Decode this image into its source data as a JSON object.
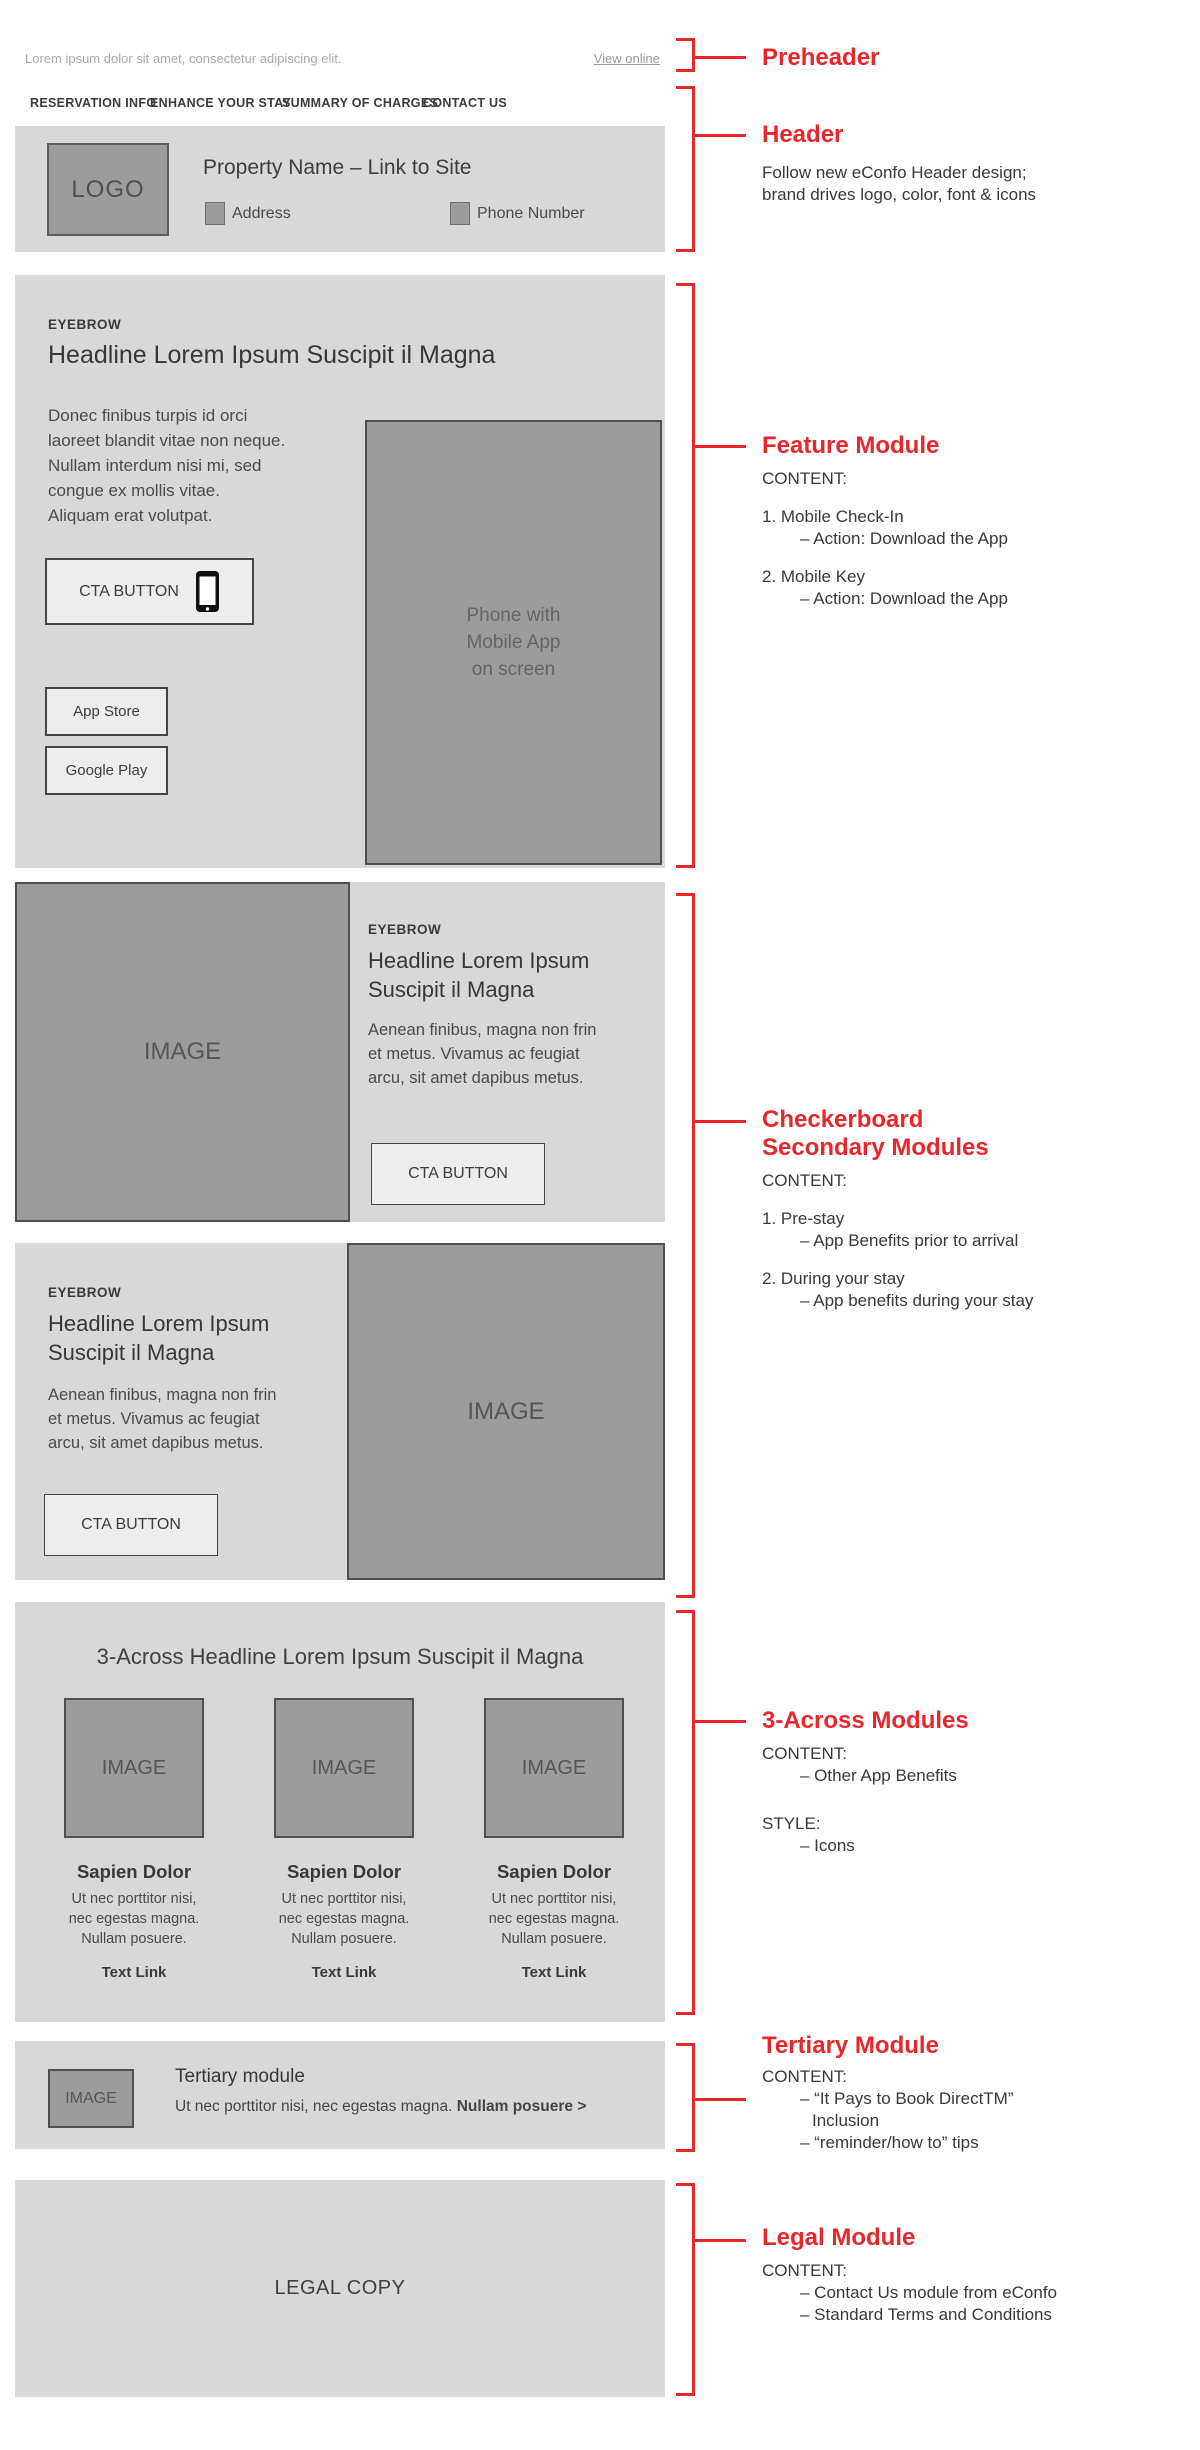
{
  "preheader": {
    "text": "Lorem ipsum dolor sit amet, consectetur adipiscing elit.",
    "link": "View online"
  },
  "nav": {
    "items": [
      "RESERVATION INFO",
      "ENHANCE YOUR STAY",
      "SUMMARY OF CHARGES",
      "CONTACT US"
    ]
  },
  "header_module": {
    "logo": "LOGO",
    "property_name": "Property Name – Link to Site",
    "address_label": "Address",
    "phone_label": "Phone Number"
  },
  "feature_module": {
    "eyebrow": "EYEBROW",
    "headline": "Headline Lorem Ipsum Suscipit il Magna",
    "body": "Donec finibus turpis id orci\nlaoreet blandit vitae non neque.\nNullam interdum nisi mi, sed\ncongue ex mollis vitae.\nAliquam erat volutpat.",
    "cta_label": "CTA BUTTON",
    "app_store_label": "App Store",
    "google_play_label": "Google Play",
    "phone_image_label": "Phone with\nMobile App\non screen"
  },
  "checkerboard_modules": [
    {
      "image_label": "IMAGE",
      "eyebrow": "EYEBROW",
      "headline": "Headline Lorem Ipsum\nSuscipit il Magna",
      "body": "Aenean finibus, magna non frin\net metus. Vivamus ac feugiat\narcu, sit amet dapibus metus.",
      "cta_label": "CTA BUTTON"
    },
    {
      "image_label": "IMAGE",
      "eyebrow": "EYEBROW",
      "headline": "Headline Lorem Ipsum\nSuscipit il Magna",
      "body": "Aenean finibus, magna non frin\net metus. Vivamus ac feugiat\narcu, sit amet dapibus metus.",
      "cta_label": "CTA BUTTON"
    }
  ],
  "three_across": {
    "headline": "3-Across Headline Lorem Ipsum Suscipit il Magna",
    "columns": [
      {
        "image_label": "IMAGE",
        "title": "Sapien Dolor",
        "body": "Ut nec porttitor nisi,\nnec egestas magna.\nNullam posuere.",
        "link": "Text Link"
      },
      {
        "image_label": "IMAGE",
        "title": "Sapien Dolor",
        "body": "Ut nec porttitor nisi,\nnec egestas magna.\nNullam posuere.",
        "link": "Text Link"
      },
      {
        "image_label": "IMAGE",
        "title": "Sapien Dolor",
        "body": "Ut nec porttitor nisi,\nnec egestas magna.\nNullam posuere.",
        "link": "Text Link"
      }
    ]
  },
  "tertiary_module": {
    "image_label": "IMAGE",
    "title": "Tertiary module",
    "body": "Ut nec porttitor nisi, nec egestas magna. ",
    "link": "Nullam posuere >"
  },
  "legal_module": {
    "label": "LEGAL COPY"
  },
  "annotations": {
    "preheader": {
      "title": "Preheader"
    },
    "header": {
      "title": "Header",
      "note": "Follow new eConfo Header design;\nbrand drives logo, color, font & icons"
    },
    "feature": {
      "title": "Feature Module",
      "content_label": "CONTENT:",
      "item1": "1. Mobile Check-In",
      "item1_sub": "– Action: Download the App",
      "item2": "2. Mobile Key",
      "item2_sub": "– Action: Download the App"
    },
    "checkerboard": {
      "title": "Checkerboard\nSecondary Modules",
      "content_label": "CONTENT:",
      "item1": "1. Pre-stay",
      "item1_sub": "– App Benefits prior to arrival",
      "item2": "2. During your stay",
      "item2_sub": "– App benefits during your stay"
    },
    "three_across": {
      "title": "3-Across Modules",
      "content_label": "CONTENT:",
      "content_item": "– Other App Benefits",
      "style_label": "STYLE:",
      "style_item": "– Icons"
    },
    "tertiary": {
      "title": "Tertiary Module",
      "content_label": "CONTENT:",
      "item1": "– “It Pays to Book DirectTM”",
      "item1_cont": "Inclusion",
      "item2": "– “reminder/how to” tips"
    },
    "legal": {
      "title": "Legal Module",
      "content_label": "CONTENT:",
      "item1": "– Contact Us module from eConfo",
      "item2": "– Standard Terms and Conditions"
    }
  },
  "colors": {
    "annotation_red": "#e8262c",
    "module_bg": "#d8d8d8",
    "placeholder_gray": "#9c9c9c"
  }
}
